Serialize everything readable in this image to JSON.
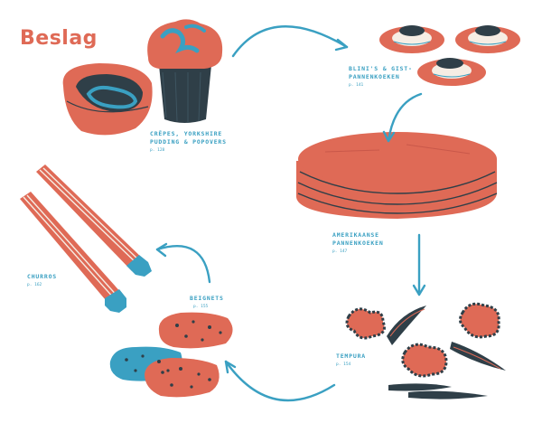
{
  "title": "Beslag",
  "items": [
    {
      "line1": "CRÊPES, YORKSHIRE",
      "line2": "PUDDING & POPOVERS",
      "page": "p. 128"
    },
    {
      "line1": "BLINI'S & GIST-",
      "line2": "PANNENKOEKEN",
      "page": "p. 141"
    },
    {
      "line1": "AMERIKAANSE",
      "line2": "PANNENKOEKEN",
      "page": "p. 147"
    },
    {
      "line1": "TEMPURA",
      "page": "p. 154"
    },
    {
      "line1": "BEIGNETS",
      "page": "p. 155"
    },
    {
      "line1": "CHURROS",
      "page": "p. 162"
    }
  ],
  "colors": {
    "coral": "#df6a56",
    "blue": "#3aa0c2",
    "dark": "#2f3f48",
    "cream": "#f6ede4"
  }
}
